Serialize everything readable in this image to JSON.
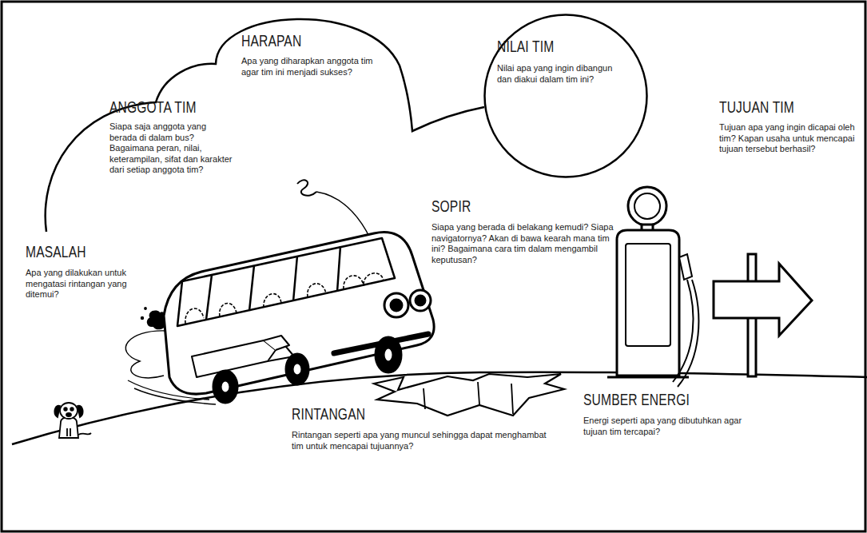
{
  "diagram": {
    "nodes": [
      {
        "text": [
          "HARAPAN",
          "Apa yang diharapkan anggota tim agar tim ini menjadi sukses?",
          "ANGGOTA TIM",
          "Siapa saja anggota yang berada di dalam bus? Bagaimana peran, nilai, keterampilan, sifat dan karakter dari setiap anggota tim?"
        ]
      },
      {
        "text": [
          "NILAI TIM",
          "Nilai apa yang ingin dibangun dan diakui dalam tim ini?"
        ]
      }
    ],
    "labels": [
      "TUJUAN TIM",
      "Tujuan apa yang ingin dicapai oleh tim? Kapan usaha untuk mencapai tujuan tersebut berhasil?",
      "SOPIR",
      "Siapa yang berada di belakang kemudi? Siapa navigatornya? Akan di bawa kearah mana tim ini? Bagaimana cara tim dalam mengambil keputusan?",
      "MASALAH",
      "Apa yang dilakukan untuk mengatasi rintangan yang ditemui?",
      "SUMBER ENERGI",
      "Energi seperti apa yang dibutuhkan agar tujuan tim tercapai?",
      "RINTANGAN",
      "Rintangan seperti apa yang muncul sehingga dapat menghambat tim untuk mencapai tujuannya?"
    ]
  }
}
